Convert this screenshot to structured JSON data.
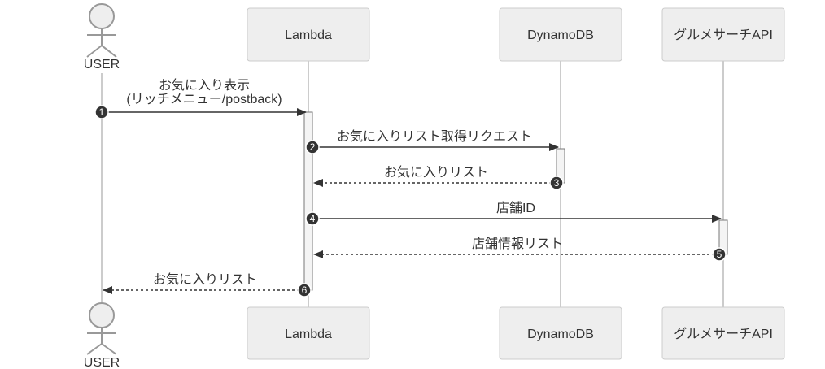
{
  "participants": {
    "user": {
      "label": "USER",
      "type": "actor"
    },
    "lambda": {
      "label": "Lambda",
      "type": "box"
    },
    "dynamodb": {
      "label": "DynamoDB",
      "type": "box"
    },
    "gourmet": {
      "label": "グルメサーチAPI",
      "type": "box"
    }
  },
  "messages": [
    {
      "seq": "1",
      "from": "user",
      "to": "lambda",
      "style": "solid",
      "lines": [
        "お気に入り表示",
        "(リッチメニュー/postback)"
      ]
    },
    {
      "seq": "2",
      "from": "lambda",
      "to": "dynamodb",
      "style": "solid",
      "lines": [
        "お気に入りリスト取得リクエスト"
      ]
    },
    {
      "seq": "3",
      "from": "dynamodb",
      "to": "lambda",
      "style": "dashed",
      "lines": [
        "お気に入りリスト"
      ]
    },
    {
      "seq": "4",
      "from": "lambda",
      "to": "gourmet",
      "style": "solid",
      "lines": [
        "店舗ID"
      ]
    },
    {
      "seq": "5",
      "from": "gourmet",
      "to": "lambda",
      "style": "dashed",
      "lines": [
        "店舗情報リスト"
      ]
    },
    {
      "seq": "6",
      "from": "lambda",
      "to": "user",
      "style": "dashed",
      "lines": [
        "お気に入りリスト"
      ]
    }
  ]
}
